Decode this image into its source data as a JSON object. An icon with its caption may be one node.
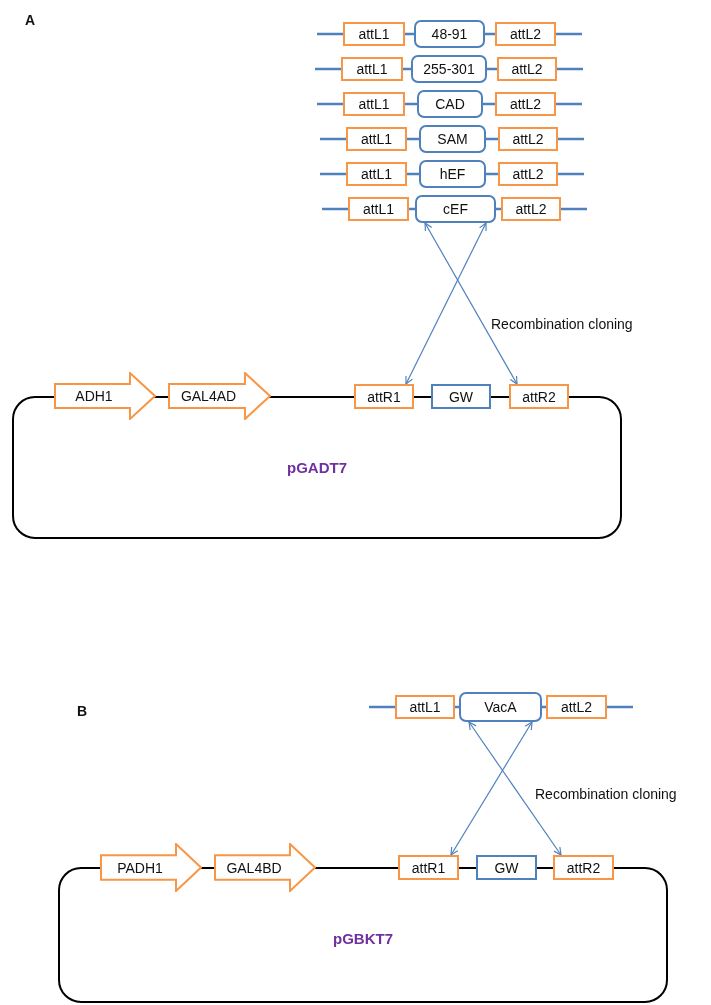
{
  "diagram": {
    "nodes": [
      {
        "text": [
          "attL1"
        ]
      },
      {
        "text": [
          "48-91"
        ]
      },
      {
        "text": [
          "attL2"
        ]
      },
      {
        "text": [
          "attL1"
        ]
      },
      {
        "text": [
          "255-301"
        ]
      },
      {
        "text": [
          "attL2"
        ]
      },
      {
        "text": [
          "attL1"
        ]
      },
      {
        "text": [
          "CAD"
        ]
      },
      {
        "text": [
          "attL2"
        ]
      },
      {
        "text": [
          "attL1"
        ]
      },
      {
        "text": [
          "SAM"
        ]
      },
      {
        "text": [
          "attL2"
        ]
      },
      {
        "text": [
          "attL1"
        ]
      },
      {
        "text": [
          "hEF"
        ]
      },
      {
        "text": [
          "attL2"
        ]
      },
      {
        "text": [
          "attL1"
        ]
      },
      {
        "text": [
          "cEF"
        ]
      },
      {
        "text": [
          "attL2"
        ]
      },
      {
        "text": [
          "pGADT7"
        ]
      },
      {
        "text": [
          "ADH1"
        ]
      },
      {
        "text": [
          "GAL4AD"
        ]
      },
      {
        "text": [
          "attR1"
        ]
      },
      {
        "text": [
          "GW"
        ]
      },
      {
        "text": [
          "attR2"
        ]
      },
      {
        "text": [
          "attL1"
        ]
      },
      {
        "text": [
          "VacA"
        ]
      },
      {
        "text": [
          "attL2"
        ]
      },
      {
        "text": [
          "pGBKT7"
        ]
      },
      {
        "text": [
          "PADH1"
        ]
      },
      {
        "text": [
          "GAL4BD"
        ]
      },
      {
        "text": [
          "attR1"
        ]
      },
      {
        "text": [
          "GW"
        ]
      },
      {
        "text": [
          "attR2"
        ]
      }
    ],
    "edges": [
      {
        "from": 0,
        "to": 1,
        "arrow": "none"
      },
      {
        "from": 1,
        "to": 2,
        "arrow": "none"
      },
      {
        "from": 3,
        "to": 4,
        "arrow": "none"
      },
      {
        "from": 4,
        "to": 5,
        "arrow": "none"
      },
      {
        "from": 6,
        "to": 7,
        "arrow": "none"
      },
      {
        "from": 7,
        "to": 8,
        "arrow": "none"
      },
      {
        "from": 9,
        "to": 10,
        "arrow": "none"
      },
      {
        "from": 10,
        "to": 11,
        "arrow": "none"
      },
      {
        "from": 12,
        "to": 13,
        "arrow": "none"
      },
      {
        "from": 13,
        "to": 14,
        "arrow": "none"
      },
      {
        "from": 15,
        "to": 16,
        "arrow": "none"
      },
      {
        "from": 16,
        "to": 17,
        "arrow": "none"
      },
      {
        "from": 16,
        "to": 23,
        "arrow": "both"
      },
      {
        "from": 16,
        "to": 21,
        "arrow": "both"
      },
      {
        "from": 24,
        "to": 25,
        "arrow": "none"
      },
      {
        "from": 25,
        "to": 26,
        "arrow": "none"
      },
      {
        "from": 25,
        "to": 32,
        "arrow": "both"
      },
      {
        "from": 25,
        "to": 30,
        "arrow": "both"
      }
    ],
    "labels": [
      "A",
      "Recombination cloning",
      "B",
      "Recombination cloning"
    ]
  }
}
